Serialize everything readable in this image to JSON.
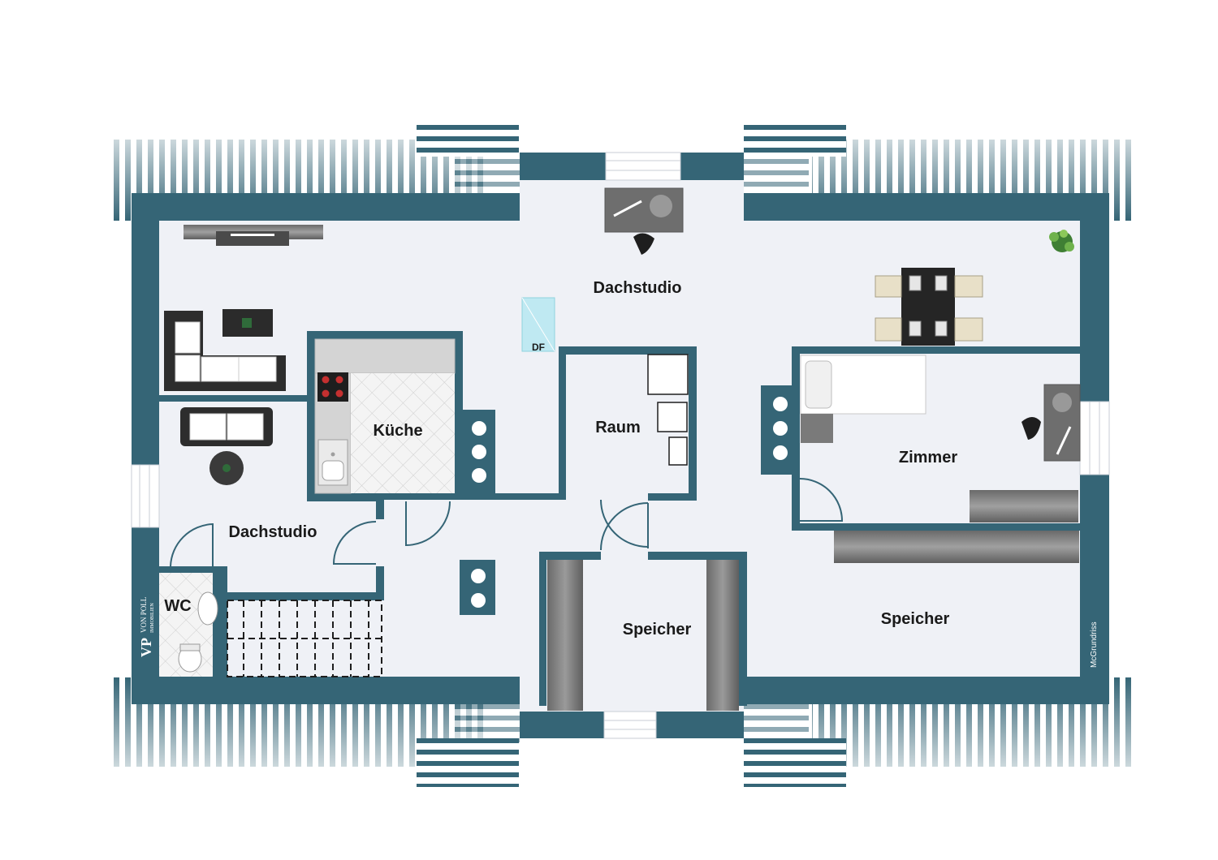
{
  "colors": {
    "wall": "#356576",
    "floor": "#eff1f6",
    "roof_stripe": "#356576",
    "furniture_dark": "#3a3a3a",
    "furniture_grey": "#7a7a7a",
    "skylight": "#bfe9f2"
  },
  "rooms": {
    "dachstudio_top": "Dachstudio",
    "kueche": "Küche",
    "raum": "Raum",
    "zimmer": "Zimmer",
    "dachstudio_left": "Dachstudio",
    "wc": "WC",
    "speicher_center": "Speicher",
    "speicher_right": "Speicher"
  },
  "skylight_label": "DF",
  "logo": {
    "monogram": "VP",
    "line1": "VON POLL",
    "line2": "IMMOBILIEN"
  },
  "credit": "McGrundriss",
  "icons": [
    "plant-icon",
    "stove-icon",
    "sink-icon",
    "toilet-icon",
    "chimney-icon"
  ]
}
